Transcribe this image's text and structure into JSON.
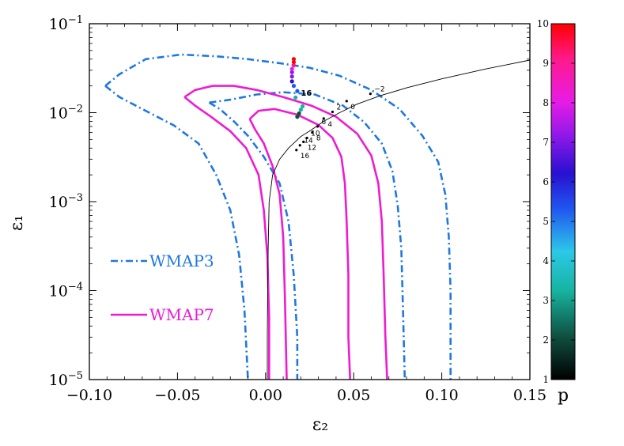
{
  "chart_data": {
    "type": "line",
    "xlabel": "ε₂",
    "ylabel": "ε₁",
    "xscale": "linear",
    "yscale": "log",
    "xlim": [
      -0.1,
      0.15
    ],
    "ylim": [
      1e-05,
      0.1
    ],
    "x_ticks": [
      {
        "v": -0.1,
        "label": "−0.10"
      },
      {
        "v": -0.05,
        "label": "−0.05"
      },
      {
        "v": 0.0,
        "label": "0.00"
      },
      {
        "v": 0.05,
        "label": "0.05"
      },
      {
        "v": 0.1,
        "label": "0.10"
      },
      {
        "v": 0.15,
        "label": "0.15"
      }
    ],
    "y_ticks": [
      {
        "exp": -5,
        "base": "10",
        "sup": "−5"
      },
      {
        "exp": -4,
        "base": "10",
        "sup": "−4"
      },
      {
        "exp": -3,
        "base": "10",
        "sup": "−3"
      },
      {
        "exp": -2,
        "base": "10",
        "sup": "−2"
      },
      {
        "exp": -1,
        "base": "10",
        "sup": "−1"
      }
    ],
    "series": [
      {
        "name": "WMAP3",
        "color": "#1f78e0",
        "style": "dash-dot",
        "contours": [
          [
            [
              -0.091,
              0.02
            ],
            [
              -0.083,
              0.027
            ],
            [
              -0.068,
              0.04
            ],
            [
              -0.048,
              0.045
            ],
            [
              -0.028,
              0.043
            ],
            [
              -0.01,
              0.04
            ],
            [
              0.008,
              0.036
            ],
            [
              0.025,
              0.032
            ],
            [
              0.042,
              0.026
            ],
            [
              0.06,
              0.018
            ],
            [
              0.076,
              0.011
            ],
            [
              0.089,
              0.0055
            ],
            [
              0.098,
              0.0028
            ],
            [
              0.102,
              0.0012
            ],
            [
              0.104,
              0.0004
            ],
            [
              0.105,
              0.0001
            ],
            [
              0.105,
              3e-05
            ],
            [
              0.105,
              1e-05
            ]
          ],
          [
            [
              -0.091,
              0.02
            ],
            [
              -0.083,
              0.015
            ],
            [
              -0.07,
              0.011
            ],
            [
              -0.052,
              0.0072
            ],
            [
              -0.038,
              0.0045
            ],
            [
              -0.028,
              0.002
            ],
            [
              -0.02,
              0.0008
            ],
            [
              -0.015,
              0.00025
            ],
            [
              -0.012,
              6e-05
            ],
            [
              -0.01,
              1e-05
            ]
          ],
          [
            [
              -0.032,
              0.013
            ],
            [
              -0.02,
              0.014
            ],
            [
              -0.005,
              0.016
            ],
            [
              0.01,
              0.017
            ],
            [
              0.028,
              0.016
            ],
            [
              0.044,
              0.012
            ],
            [
              0.056,
              0.0078
            ],
            [
              0.066,
              0.0045
            ],
            [
              0.072,
              0.0022
            ],
            [
              0.075,
              0.0009
            ],
            [
              0.077,
              0.0003
            ],
            [
              0.078,
              6e-05
            ],
            [
              0.079,
              1e-05
            ]
          ],
          [
            [
              -0.032,
              0.013
            ],
            [
              -0.026,
              0.011
            ],
            [
              -0.018,
              0.008
            ],
            [
              -0.01,
              0.0055
            ],
            [
              -0.001,
              0.0032
            ],
            [
              0.008,
              0.0016
            ],
            [
              0.013,
              0.0006
            ],
            [
              0.016,
              0.00015
            ],
            [
              0.018,
              3e-05
            ],
            [
              0.018,
              1e-05
            ]
          ]
        ]
      },
      {
        "name": "WMAP7",
        "color": "#ee1bd0",
        "style": "solid",
        "contours": [
          [
            [
              -0.046,
              0.015
            ],
            [
              -0.04,
              0.018
            ],
            [
              -0.03,
              0.02
            ],
            [
              -0.018,
              0.02
            ],
            [
              -0.005,
              0.018
            ],
            [
              0.01,
              0.015
            ],
            [
              0.026,
              0.012
            ],
            [
              0.04,
              0.009
            ],
            [
              0.052,
              0.0058
            ],
            [
              0.06,
              0.0033
            ],
            [
              0.064,
              0.0016
            ],
            [
              0.066,
              0.0006
            ],
            [
              0.067,
              0.00015
            ],
            [
              0.068,
              3e-05
            ],
            [
              0.069,
              1e-05
            ]
          ],
          [
            [
              -0.046,
              0.015
            ],
            [
              -0.04,
              0.012
            ],
            [
              -0.031,
              0.009
            ],
            [
              -0.02,
              0.0062
            ],
            [
              -0.011,
              0.004
            ],
            [
              -0.004,
              0.002
            ],
            [
              -0.001,
              0.0008
            ],
            [
              0.001,
              0.00025
            ],
            [
              0.002,
              5e-05
            ],
            [
              0.002,
              1e-05
            ]
          ],
          [
            [
              -0.009,
              0.0085
            ],
            [
              -0.004,
              0.0105
            ],
            [
              0.005,
              0.011
            ],
            [
              0.018,
              0.0095
            ],
            [
              0.03,
              0.0073
            ],
            [
              0.038,
              0.0052
            ],
            [
              0.043,
              0.0032
            ],
            [
              0.045,
              0.0016
            ],
            [
              0.046,
              0.0006
            ],
            [
              0.047,
              0.00015
            ],
            [
              0.047,
              3e-05
            ],
            [
              0.048,
              1e-05
            ]
          ],
          [
            [
              -0.009,
              0.0085
            ],
            [
              -0.006,
              0.0065
            ],
            [
              -0.001,
              0.0045
            ],
            [
              0.004,
              0.0025
            ],
            [
              0.008,
              0.0012
            ],
            [
              0.01,
              0.0004
            ],
            [
              0.011,
              8e-05
            ],
            [
              0.012,
              1e-05
            ]
          ]
        ]
      },
      {
        "name": "",
        "color": "#000000",
        "style": "thin-solid",
        "curve": [
          [
            0.001,
            1e-05
          ],
          [
            0.001,
            3e-05
          ],
          [
            0.0012,
            0.0001
          ],
          [
            0.0015,
            0.0003
          ],
          [
            0.002,
            0.001
          ],
          [
            0.004,
            0.002
          ],
          [
            0.008,
            0.003
          ],
          [
            0.013,
            0.004
          ],
          [
            0.02,
            0.0054
          ],
          [
            0.026,
            0.0064
          ],
          [
            0.033,
            0.008
          ],
          [
            0.042,
            0.01
          ],
          [
            0.052,
            0.0125
          ],
          [
            0.065,
            0.0155
          ],
          [
            0.08,
            0.019
          ],
          [
            0.1,
            0.024
          ],
          [
            0.125,
            0.031
          ],
          [
            0.15,
            0.039
          ]
        ]
      }
    ],
    "curve_points": [
      {
        "x": 0.0595,
        "y": 0.0163,
        "label": "−2"
      },
      {
        "x": 0.046,
        "y": 0.0135,
        "label": "0"
      },
      {
        "x": 0.038,
        "y": 0.0102,
        "label": "2"
      },
      {
        "x": 0.033,
        "y": 0.0086,
        "label": "4"
      },
      {
        "x": 0.0295,
        "y": 0.007,
        "label": "6"
      },
      {
        "x": 0.0265,
        "y": 0.006,
        "label": "8"
      },
      {
        "x": 0.0235,
        "y": 0.0052,
        "label": "10"
      },
      {
        "x": 0.0215,
        "y": 0.0047,
        "label": "12"
      },
      {
        "x": 0.0195,
        "y": 0.0043,
        "label": "14"
      },
      {
        "x": 0.0175,
        "y": 0.0038,
        "label": "16"
      }
    ],
    "p_track": {
      "label_16": "16",
      "points": [
        {
          "x": 0.018,
          "y": 0.009,
          "p": 1.8
        },
        {
          "x": 0.019,
          "y": 0.0098,
          "p": 2.0
        },
        {
          "x": 0.02,
          "y": 0.0108,
          "p": 2.3
        },
        {
          "x": 0.021,
          "y": 0.0118,
          "p": 2.6
        },
        {
          "x": 0.017,
          "y": 0.0148,
          "p": 3.0
        },
        {
          "x": 0.018,
          "y": 0.0175,
          "p": 4.4
        },
        {
          "x": 0.016,
          "y": 0.02,
          "p": 5.0
        },
        {
          "x": 0.015,
          "y": 0.0225,
          "p": 6.0
        },
        {
          "x": 0.015,
          "y": 0.0255,
          "p": 6.5
        },
        {
          "x": 0.015,
          "y": 0.0285,
          "p": 7.0
        },
        {
          "x": 0.015,
          "y": 0.031,
          "p": 7.5
        },
        {
          "x": 0.016,
          "y": 0.034,
          "p": 8.5
        },
        {
          "x": 0.016,
          "y": 0.037,
          "p": 9.2
        },
        {
          "x": 0.016,
          "y": 0.04,
          "p": 9.8
        }
      ]
    },
    "legend": {
      "placement": "left",
      "entries": [
        {
          "label": "WMAP3",
          "color": "#1f78e0",
          "style": "dash-dot"
        },
        {
          "label": "WMAP7",
          "color": "#ee1bd0",
          "style": "solid"
        }
      ]
    },
    "colorbar": {
      "label": "p",
      "range": [
        1,
        10
      ],
      "ticks": [
        1,
        2,
        3,
        4,
        5,
        6,
        7,
        8,
        9,
        10
      ],
      "tick_labels": [
        "1",
        "2",
        "3",
        "4",
        "5",
        "6",
        "7",
        "8",
        "9",
        "10"
      ]
    }
  }
}
